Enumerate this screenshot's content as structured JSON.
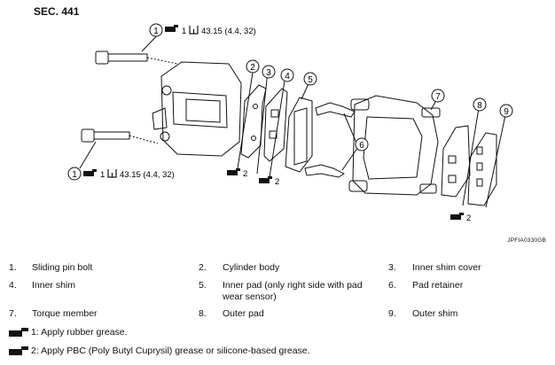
{
  "section": "SEC. 441",
  "diagram_code": "JPFIA0330GB",
  "callouts": {
    "c1": "1",
    "c2": "2",
    "c3": "3",
    "c4": "4",
    "c5": "5",
    "c6": "6",
    "c7": "7",
    "c8": "8",
    "c9": "9"
  },
  "torque_top": {
    "marker": "1",
    "value": "43.15 (4.4, 32)"
  },
  "torque_bottom": {
    "marker": "1",
    "value": "43.15 (4.4, 32)"
  },
  "grease_marks": {
    "a": "2",
    "b": "2",
    "c": "2"
  },
  "legend": [
    [
      {
        "num": "1.",
        "label": "Sliding pin bolt"
      },
      {
        "num": "2.",
        "label": "Cylinder body"
      },
      {
        "num": "3.",
        "label": "Inner shim cover"
      }
    ],
    [
      {
        "num": "4.",
        "label": "Inner shim"
      },
      {
        "num": "5.",
        "label": "Inner pad (only right side with pad wear sensor)"
      },
      {
        "num": "6.",
        "label": "Pad retainer"
      }
    ],
    [
      {
        "num": "7.",
        "label": "Torque member"
      },
      {
        "num": "8.",
        "label": "Outer pad"
      },
      {
        "num": "9.",
        "label": "Outer shim"
      }
    ]
  ],
  "notes": [
    "1: Apply rubber grease.",
    "2: Apply PBC (Poly Butyl Cuprysil) grease or silicone-based grease."
  ]
}
